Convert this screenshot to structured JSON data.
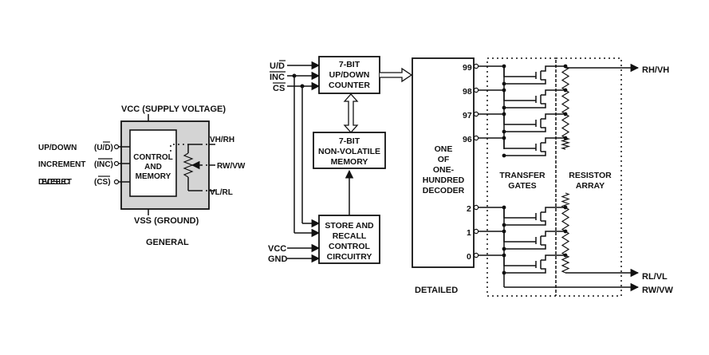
{
  "general": {
    "vcc_label": "VCC (SUPPLY VOLTAGE)",
    "vss_label": "VSS (GROUND)",
    "caption": "GENERAL",
    "block_lines": [
      "CONTROL",
      "AND",
      "MEMORY"
    ],
    "inputs": [
      {
        "name": "UP/DOWN",
        "pin": "(U/D)"
      },
      {
        "name": "INCREMENT",
        "pin": "(INC)"
      },
      {
        "name": "DEVICE SELECT",
        "pin": "(CS)"
      }
    ],
    "outputs": [
      "VH/RH",
      "RW/VW",
      "VL/RL"
    ]
  },
  "detailed": {
    "caption": "DETAILED",
    "pins": [
      "U/D",
      "INC",
      "CS",
      "VCC",
      "GND"
    ],
    "counter_lines": [
      "7-BIT",
      "UP/DOWN",
      "COUNTER"
    ],
    "memory_lines": [
      "7-BIT",
      "NON-VOLATILE",
      "MEMORY"
    ],
    "store_lines": [
      "STORE AND",
      "RECALL",
      "CONTROL",
      "CIRCUITRY"
    ],
    "decoder_lines": [
      "ONE",
      "OF",
      "ONE-",
      "HUNDRED",
      "DECODER"
    ],
    "taps_top": [
      "99",
      "98",
      "97",
      "96"
    ],
    "taps_bottom": [
      "2",
      "1",
      "0"
    ],
    "transfer_lines": [
      "TRANSFER",
      "GATES"
    ],
    "resistor_lines": [
      "RESISTOR",
      "ARRAY"
    ],
    "outputs": {
      "rh": "RH/VH",
      "rl": "RL/VL",
      "rw": "RW/VW"
    }
  }
}
